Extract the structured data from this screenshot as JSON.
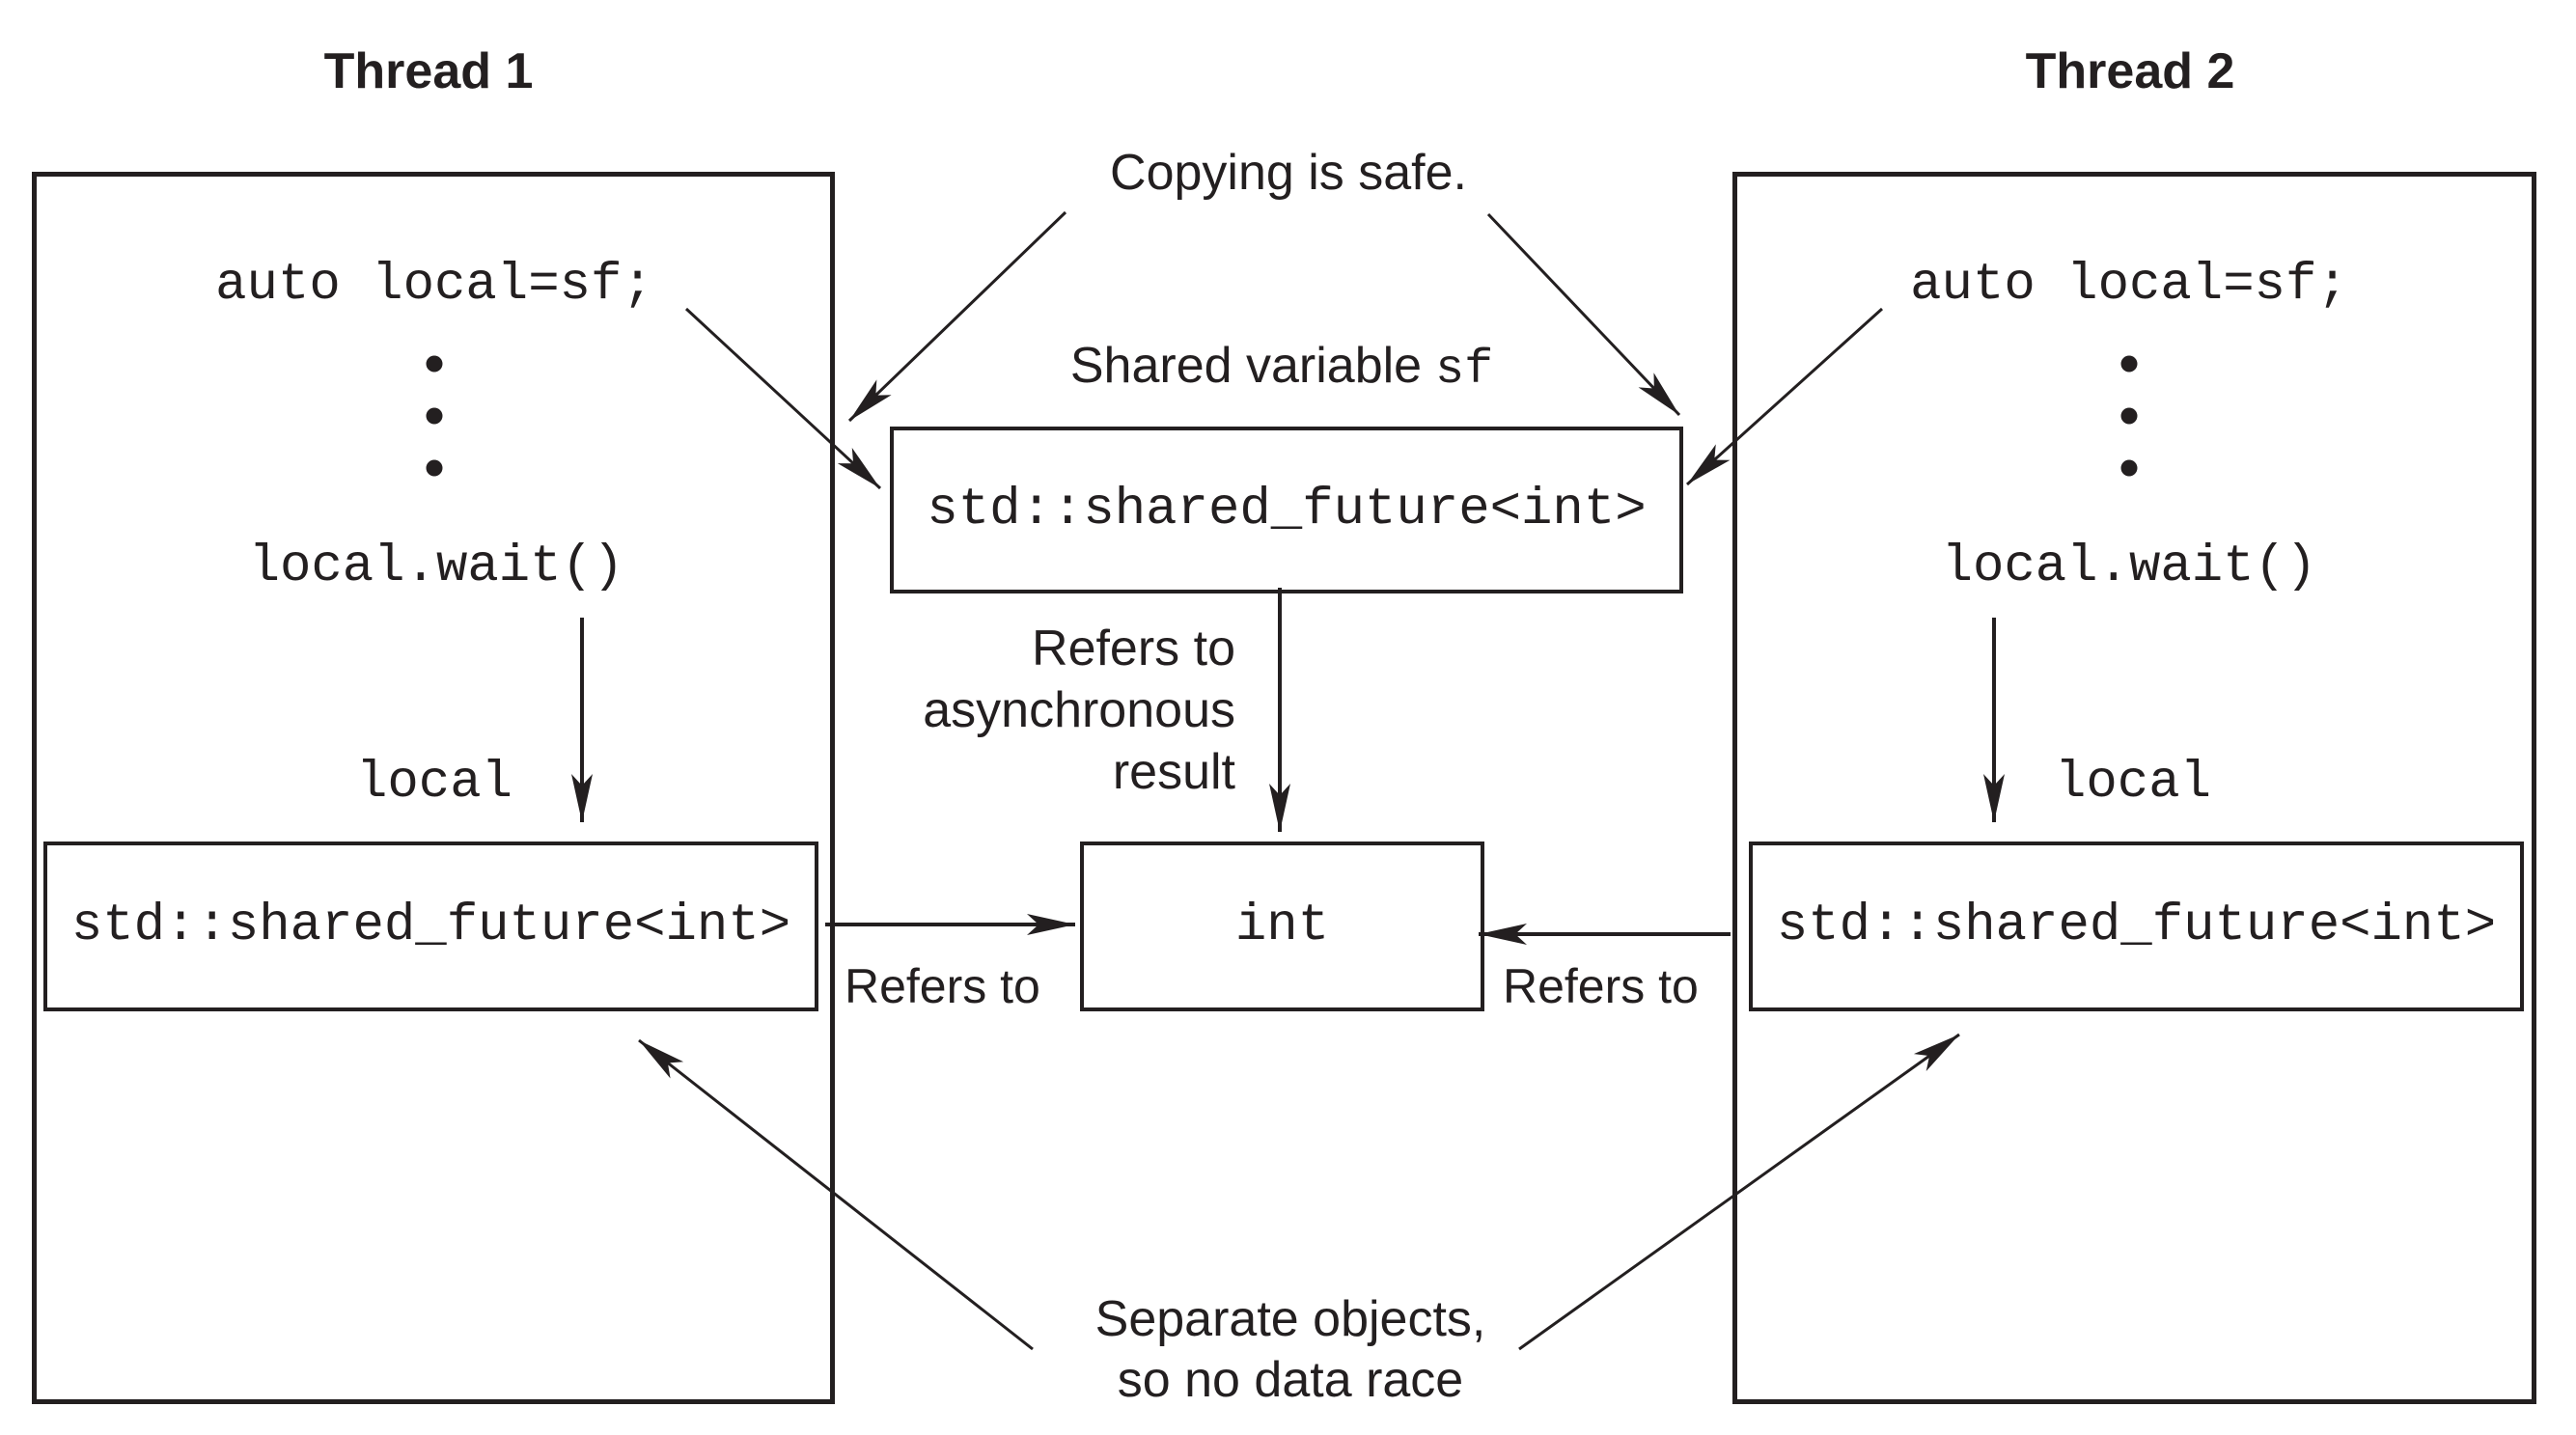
{
  "colors": {
    "ink": "#231f20",
    "background": "#ffffff"
  },
  "thread1": {
    "title": "Thread 1",
    "copy_statement": "auto local=sf;",
    "wait_statement": "local.wait()",
    "local_variable_label": "local",
    "future_box_type": "std::shared_future<int>"
  },
  "thread2": {
    "title": "Thread 2",
    "copy_statement": "auto local=sf;",
    "wait_statement": "local.wait()",
    "local_variable_label": "local",
    "future_box_type": "std::shared_future<int>"
  },
  "center": {
    "copying_note": "Copying is safe.",
    "shared_variable_prefix": "Shared variable",
    "shared_variable_name": "sf",
    "shared_future_type": "std::shared_future<int>",
    "refers_async": {
      "line1": "Refers to",
      "line2": "asynchronous",
      "line3": "result"
    },
    "int_type": "int",
    "refers_to_left": "Refers to",
    "refers_to_right": "Refers to",
    "separate_note": {
      "line1": "Separate objects,",
      "line2": "so no data race"
    }
  }
}
